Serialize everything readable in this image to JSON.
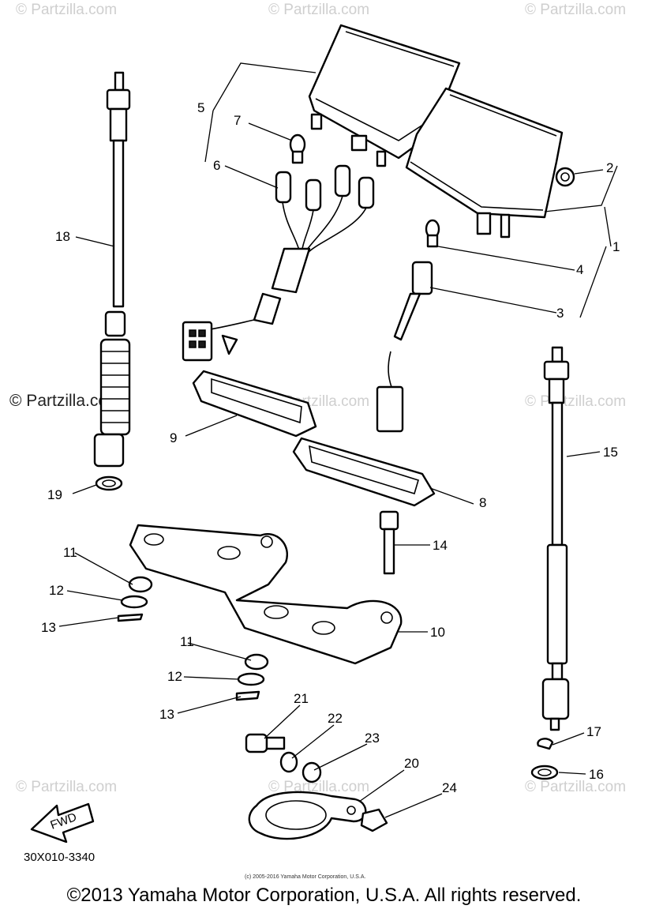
{
  "watermarks": {
    "top_left": "© Partzilla.com",
    "top_middle": "© Partzilla.com",
    "top_right": "© Partzilla.com",
    "mid_left": "© Partzilla.com",
    "mid_middle": "© Partzilla.com",
    "mid_right": "© Partzilla.com",
    "bottom_left": "© Partzilla.com",
    "bottom_middle": "© Partzilla.com",
    "bottom_right": "© Partzilla.com"
  },
  "callouts": {
    "p1": "1",
    "p2": "2",
    "p3": "3",
    "p4": "4",
    "p5": "5",
    "p6": "6",
    "p7": "7",
    "p8": "8",
    "p9": "9",
    "p10": "10",
    "p11a": "11",
    "p11b": "11",
    "p12a": "12",
    "p12b": "12",
    "p13a": "13",
    "p13b": "13",
    "p14": "14",
    "p15": "15",
    "p16": "16",
    "p17": "17",
    "p18": "18",
    "p19": "19",
    "p20": "20",
    "p21": "21",
    "p22": "22",
    "p23": "23",
    "p24": "24"
  },
  "fwd_label": "FWD",
  "diagram_code": "30X010-3340",
  "small_copyright": "(c) 2005-2016 Yamaha Motor Corporation, U.S.A.",
  "copyright": "©2013 Yamaha Motor Corporation, U.S.A. All rights reserved."
}
